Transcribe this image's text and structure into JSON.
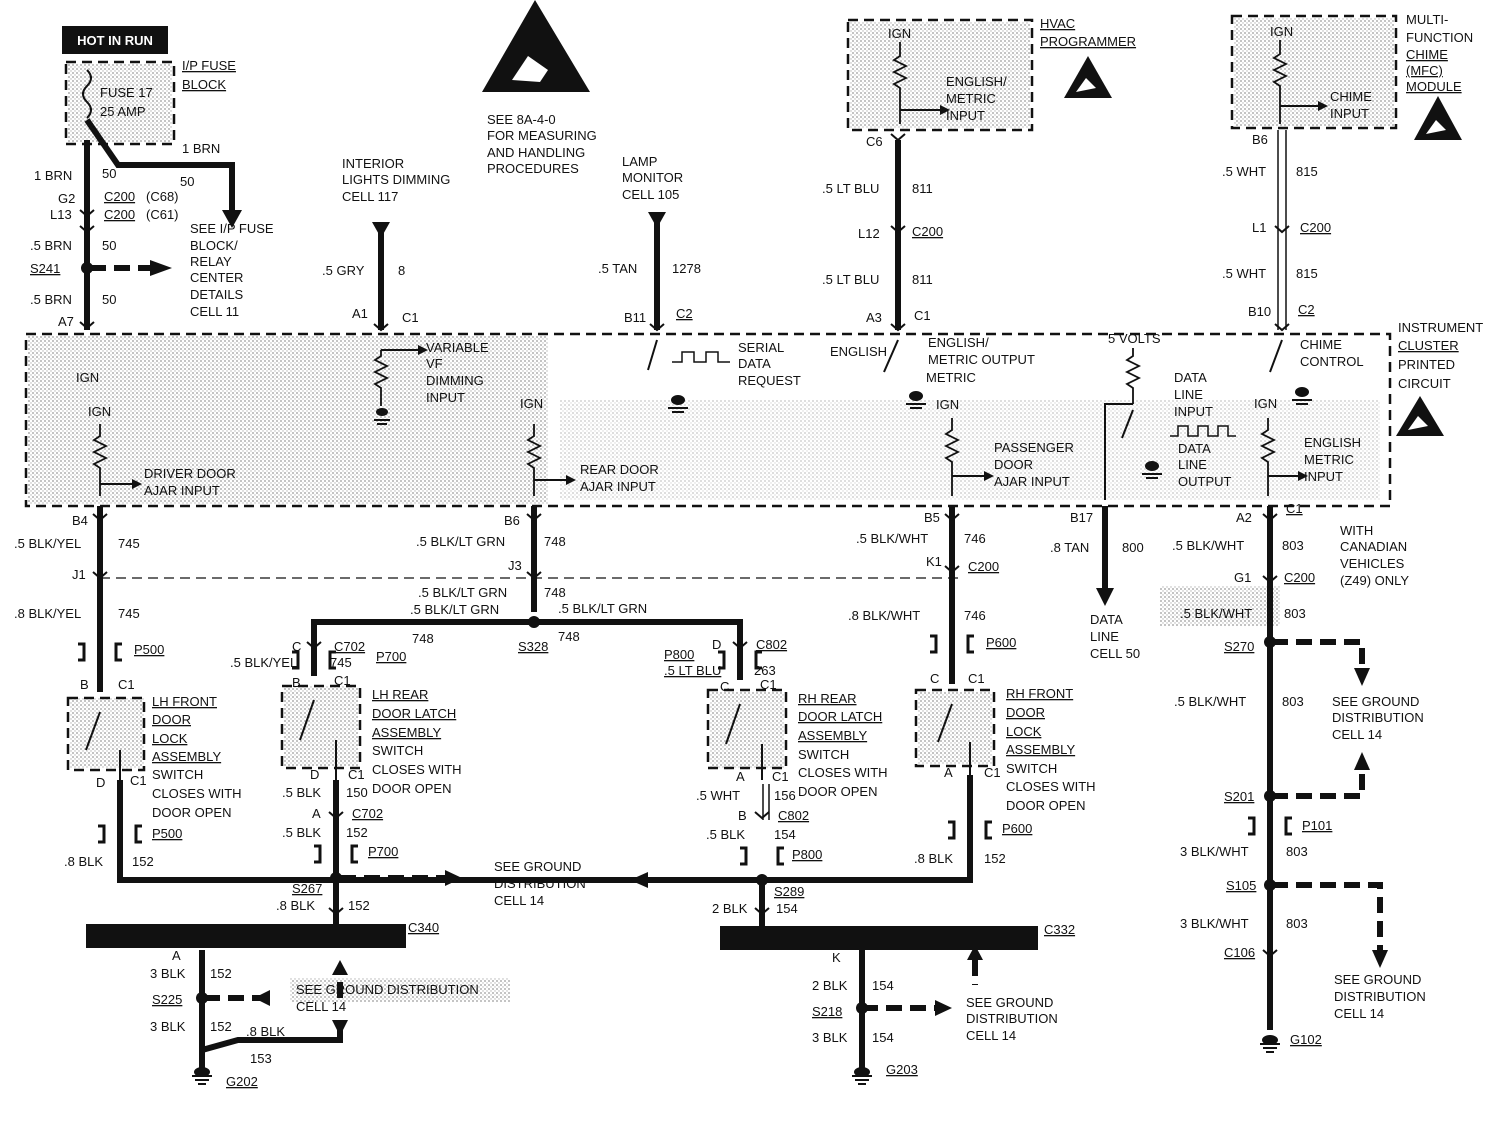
{
  "hot_in_run": "HOT IN RUN",
  "fuse": {
    "block_label": [
      "I/P FUSE",
      "BLOCK"
    ],
    "fuse_name": "FUSE 17",
    "fuse_rating": "25 AMP"
  },
  "esd_note": [
    "SEE 8A-4-0",
    "FOR MEASURING",
    "AND  HANDLING",
    "PROCEDURES"
  ],
  "modules": {
    "hvac": {
      "label": [
        "HVAC",
        "PROGRAMMER"
      ],
      "ign": "IGN",
      "input": [
        "ENGLISH/",
        "METRIC",
        "INPUT"
      ],
      "pin": "C6"
    },
    "mfc": {
      "label": [
        "MULTI-",
        "FUNCTION",
        "CHIME",
        "(MFC)",
        "MODULE"
      ],
      "ign": "IGN",
      "input": [
        "CHIME",
        "INPUT"
      ],
      "pin": "B6"
    },
    "cluster": {
      "label": [
        "INSTRUMENT",
        "CLUSTER",
        "PRINTED",
        "CIRCUIT"
      ]
    }
  },
  "references": {
    "interior_lights": [
      "INTERIOR",
      "LIGHTS DIMMING",
      "CELL 117"
    ],
    "lamp_monitor": [
      "LAMP",
      "MONITOR",
      "CELL 105"
    ],
    "fuse_details": [
      "SEE I/P FUSE",
      "BLOCK/",
      "RELAY",
      "CENTER",
      "DETAILS",
      "CELL 11"
    ],
    "data_line": [
      "DATA",
      "LINE",
      "CELL 50"
    ],
    "ground_dist_1": [
      "SEE GROUND",
      "DISTRIBUTION",
      "CELL 14"
    ],
    "ground_dist_2": [
      "SEE GROUND",
      "DISTRIBUTION",
      "CELL 14"
    ],
    "ground_dist_3": [
      "SEE GROUND",
      "DISTRIBUTION",
      "CELL 14"
    ],
    "ground_dist_4": [
      "SEE GROUND DISTRIBUTION",
      "CELL 14"
    ],
    "ground_dist_5": [
      "SEE GROUND",
      "DISTRIBUTION",
      "CELL 14"
    ],
    "ground_dist_6": [
      "SEE GROUND",
      "DISTRIBUTION",
      "CELL 14"
    ],
    "canadian": [
      "WITH",
      "CANADIAN",
      "VEHICLES",
      "(Z49) ONLY"
    ]
  },
  "cluster_functions": {
    "ign_a7": "IGN",
    "vf_dimming": [
      "VARIABLE",
      "VF",
      "DIMMING",
      "INPUT"
    ],
    "serial_data": [
      "SERIAL",
      "DATA",
      "REQUEST"
    ],
    "english": "ENGLISH",
    "em_output": [
      "ENGLISH/",
      "METRIC OUTPUT"
    ],
    "metric": "METRIC",
    "five_volts": "5 VOLTS",
    "data_line_input": [
      "DATA",
      "LINE",
      "INPUT"
    ],
    "data_line_output": [
      "DATA",
      "LINE",
      "OUTPUT"
    ],
    "chime_control": [
      "CHIME",
      "CONTROL"
    ],
    "driver_door": [
      "DRIVER DOOR",
      "AJAR INPUT"
    ],
    "rear_door": [
      "REAR DOOR",
      "AJAR INPUT"
    ],
    "passenger_door": [
      "PASSENGER",
      "DOOR",
      "AJAR INPUT"
    ],
    "english_metric_input": [
      "ENGLISH",
      "METRIC",
      "INPUT"
    ],
    "ign": "IGN"
  },
  "switches": {
    "lh_front": [
      "LH FRONT",
      "DOOR",
      "LOCK",
      "ASSEMBLY",
      "SWITCH",
      "CLOSES WITH",
      "DOOR OPEN"
    ],
    "lh_rear": [
      "LH REAR",
      "DOOR LATCH",
      "ASSEMBLY",
      "SWITCH",
      "CLOSES WITH",
      "DOOR OPEN"
    ],
    "rh_rear": [
      "RH REAR",
      "DOOR LATCH",
      "ASSEMBLY",
      "SWITCH",
      "CLOSES WITH",
      "DOOR OPEN"
    ],
    "rh_front": [
      "RH FRONT",
      "DOOR",
      "LOCK",
      "ASSEMBLY",
      "SWITCH",
      "CLOSES WITH",
      "DOOR OPEN"
    ]
  },
  "wires": {
    "w1brn": "1 BRN",
    "w50": "50",
    "w5brn": ".5 BRN",
    "w5gry": ".5 GRY",
    "w8": "8",
    "w5tan": ".5 TAN",
    "w1278": "1278",
    "w5ltblu": ".5 LT BLU",
    "w811": "811",
    "w5wht": ".5 WHT",
    "w815": "815",
    "w745a": ".5 BLK/YEL",
    "w745": "745",
    "w745b": ".8 BLK/YEL",
    "w745c": ".5 BLK/YEL",
    "w748a": ".5 BLK/LT GRN",
    "w748": "748",
    "w746a": ".5 BLK/WHT",
    "w746": "746",
    "w746b": ".8 BLK/WHT",
    "w800a": ".8 TAN",
    "w800": "800",
    "w803a": ".5 BLK/WHT",
    "w803": "803",
    "w803b": "3 BLK/WHT",
    "w263a": ".5 LT BLU",
    "w263": "263",
    "w150a": ".5 BLK",
    "w150": "150",
    "w152": "152",
    "w152b": ".8 BLK",
    "w156a": ".5 WHT",
    "w156": "156",
    "w154a": ".5 BLK",
    "w154": "154",
    "w154b": "2 BLK",
    "w154c": "3 BLK",
    "w3blk": "3 BLK",
    "w153": "153"
  },
  "connectors": {
    "g2": "G2",
    "l13": "L13",
    "c200c68": "C200",
    "c68": "(C68)",
    "c200c61": "C200",
    "c61": "(C61)",
    "s241": "S241",
    "a7": "A7",
    "a1": "A1",
    "c1": "C1",
    "b11": "B11",
    "c2": "C2",
    "c6": "C6",
    "l12": "L12",
    "c200": "C200",
    "a3": "A3",
    "b6top": "B6",
    "l1": "L1",
    "b10": "B10",
    "b4": "B4",
    "j1": "J1",
    "b6": "B6",
    "j3": "J3",
    "b5": "B5",
    "k1": "K1",
    "b17": "B17",
    "a2": "A2",
    "g1": "G1",
    "p500": "P500",
    "c702": "C702",
    "p700": "P700",
    "s328": "S328",
    "p800": "P800",
    "c802": "C802",
    "p600": "P600",
    "s270": "S270",
    "s201": "S201",
    "p101": "P101",
    "s105": "S105",
    "c106": "C106",
    "g102": "G102",
    "s267": "S267",
    "s289": "S289",
    "c340": "C340",
    "c332": "C332",
    "s225": "S225",
    "s218": "S218",
    "g202": "G202",
    "g203": "G203",
    "b": "B",
    "c": "C",
    "d": "D",
    "a": "A",
    "k": "K"
  },
  "colors": {
    "ink": "#111111",
    "shade": "#c8c8c8",
    "paper": "#ffffff"
  }
}
